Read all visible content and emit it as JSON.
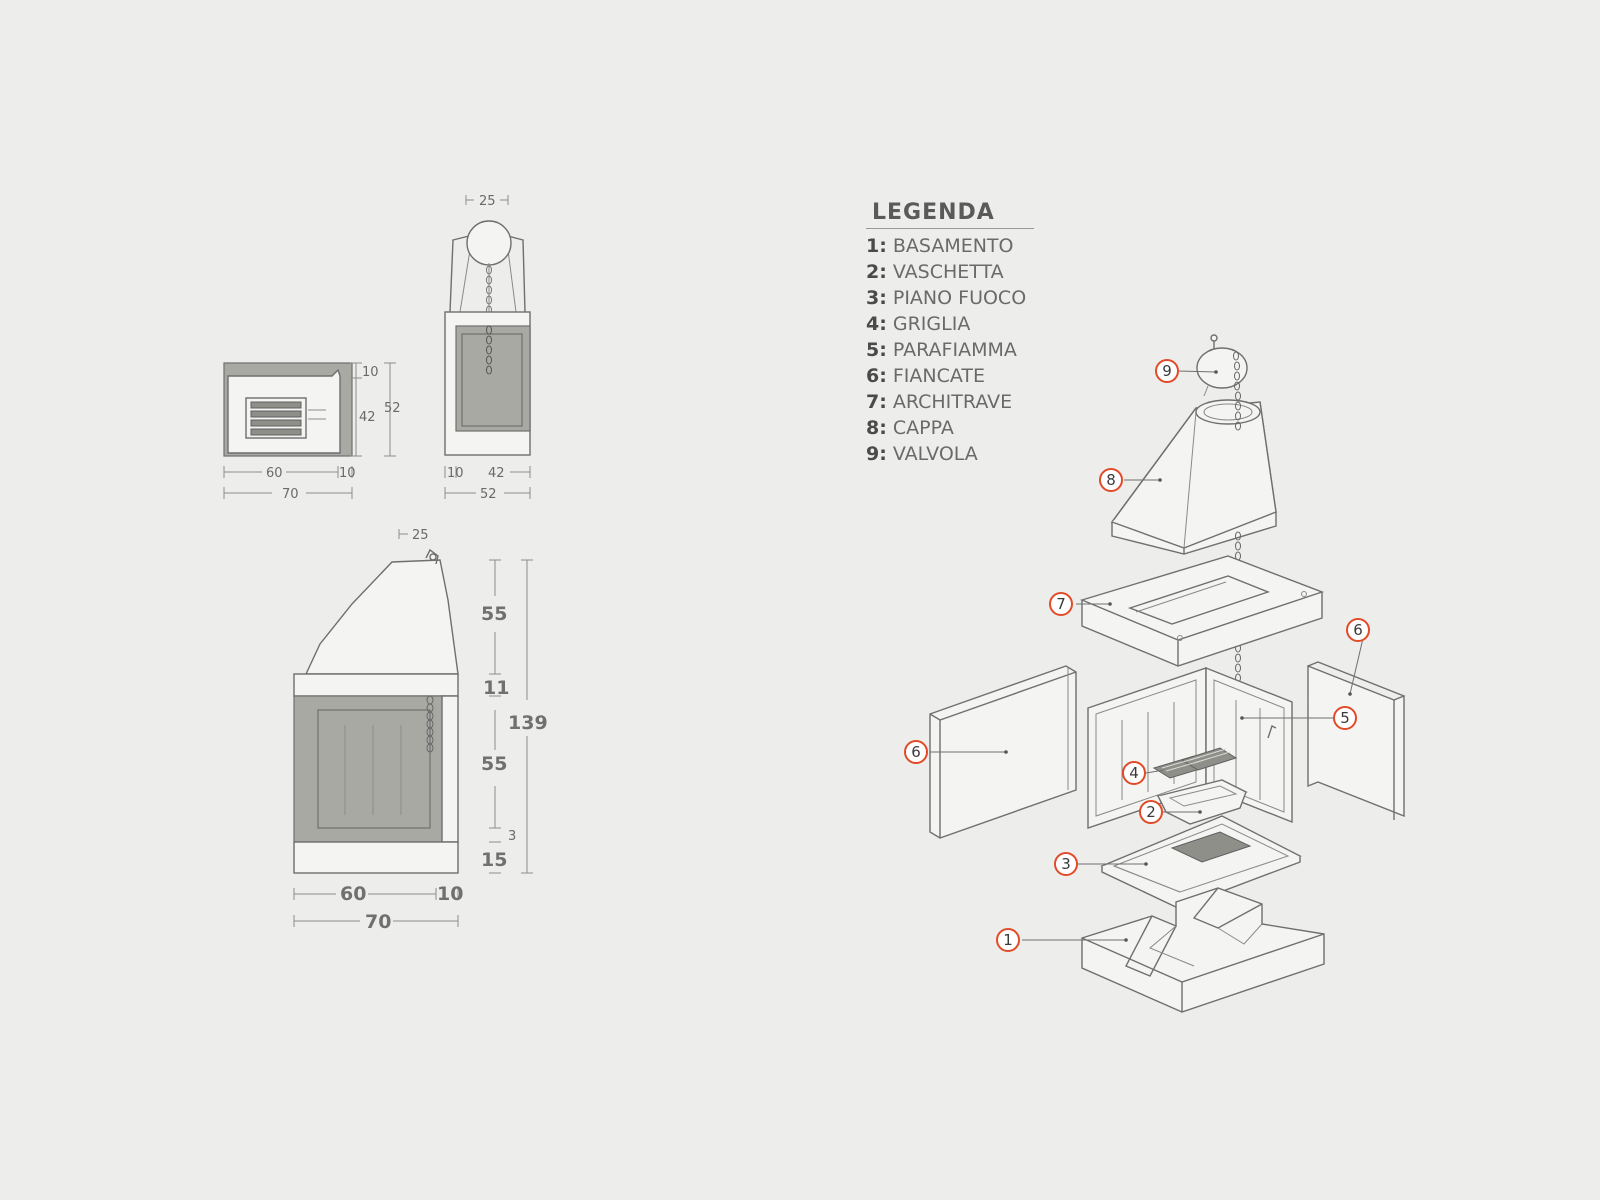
{
  "legend": {
    "title": "LEGENDA",
    "items": [
      {
        "num": "1:",
        "label": "BASAMENTO"
      },
      {
        "num": "2:",
        "label": "VASCHETTA"
      },
      {
        "num": "3:",
        "label": "PIANO FUOCO"
      },
      {
        "num": "4:",
        "label": "GRIGLIA"
      },
      {
        "num": "5:",
        "label": "PARAFIAMMA"
      },
      {
        "num": "6:",
        "label": "FIANCATE"
      },
      {
        "num": "7:",
        "label": "ARCHITRAVE"
      },
      {
        "num": "8:",
        "label": "CAPPA"
      },
      {
        "num": "9:",
        "label": "VALVOLA"
      }
    ]
  },
  "dimensions": {
    "top_view": {
      "d10": "10",
      "d42": "42",
      "d52": "52",
      "w60": "60",
      "w10": "10",
      "w70": "70"
    },
    "side_view": {
      "top25": "25",
      "b10": "10",
      "b42": "42",
      "b52": "52"
    },
    "front_view": {
      "top25": "25",
      "h55a": "55",
      "h11": "11",
      "h55b": "55",
      "h3": "3",
      "h15": "15",
      "h139": "139",
      "w60": "60",
      "w10": "10",
      "w70": "70"
    }
  },
  "callouts": [
    "9",
    "8",
    "7",
    "6",
    "5",
    "6",
    "4",
    "2",
    "3",
    "1"
  ],
  "colors": {
    "background": "#ededeb",
    "callout_ring": "#e24a28",
    "line": "#6f6f6f",
    "panel_gray": "#a9a9a4"
  }
}
